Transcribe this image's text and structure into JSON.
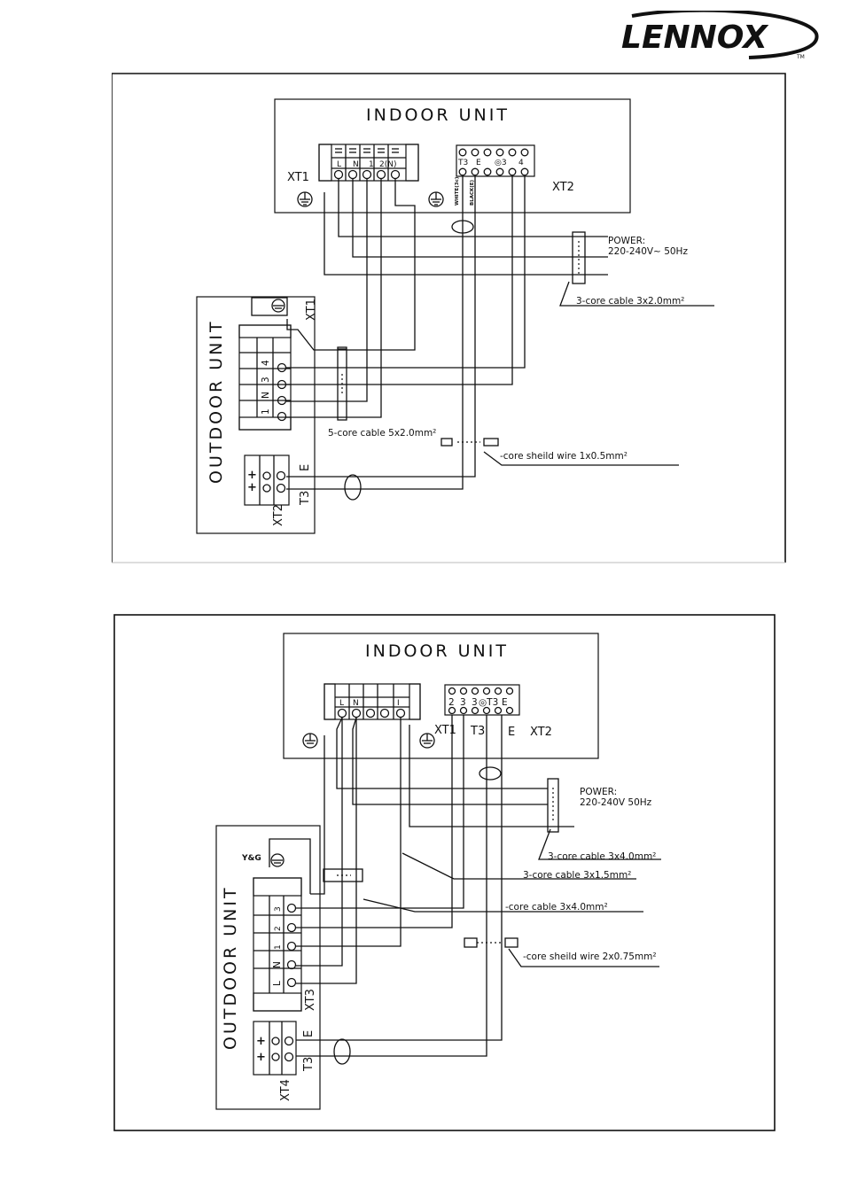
{
  "brand": {
    "logo_text": "LENNOX",
    "trademark": "TM"
  },
  "top": {
    "indoor_title": "INDOOR UNIT",
    "outdoor_title": "OUTDOOR UNIT",
    "xt1": "XT1",
    "xt2": "XT2",
    "xt1_terminals": [
      "L",
      "N",
      "1",
      "2(N)"
    ],
    "xt2_terminals": [
      "T3",
      "E",
      "◎3",
      "4"
    ],
    "wire_white": "WHITE(3c)",
    "wire_black": "BLACK(E)",
    "power_line1": "POWER:",
    "power_line2": "220-240V~   50Hz",
    "cable_3core": "3-core cable 3x2.0mm²",
    "cable_5core": "5-core cable 5x2.0mm²",
    "cable_shield": "-core sheild wire 1x0.5mm²",
    "outdoor_xt1": "XT1",
    "outdoor_xt1_terminals": [
      "4",
      "3",
      "N",
      "1"
    ],
    "outdoor_xt2": "XT2",
    "outdoor_e": "E",
    "outdoor_t3": "T3"
  },
  "bottom": {
    "indoor_title": "INDOOR UNIT",
    "outdoor_title": "OUTDOOR UNIT",
    "xt1": "XT1",
    "xt2": "XT2",
    "t3": "T3",
    "e": "E",
    "xt1_terminals": [
      "L",
      "N",
      "I"
    ],
    "xt2_terminals": [
      "2",
      "3",
      "3",
      "◎T3",
      "E"
    ],
    "power_line1": "POWER:",
    "power_line2": "220-240V      50Hz",
    "cable_a": "3-core cable 3x4.0mm²",
    "cable_b": "3-core cable 3x1.5mm²",
    "cable_c": "-core cable 3x4.0mm²",
    "cable_shield": "-core sheild wire 2x0.75mm²",
    "ground_label": "Y&G",
    "outdoor_xt3": "XT3",
    "outdoor_xt3_terminals": [
      "3",
      "2",
      "1",
      "N",
      "L"
    ],
    "outdoor_xt4": "XT4",
    "outdoor_e": "E",
    "outdoor_t3": "T3"
  }
}
